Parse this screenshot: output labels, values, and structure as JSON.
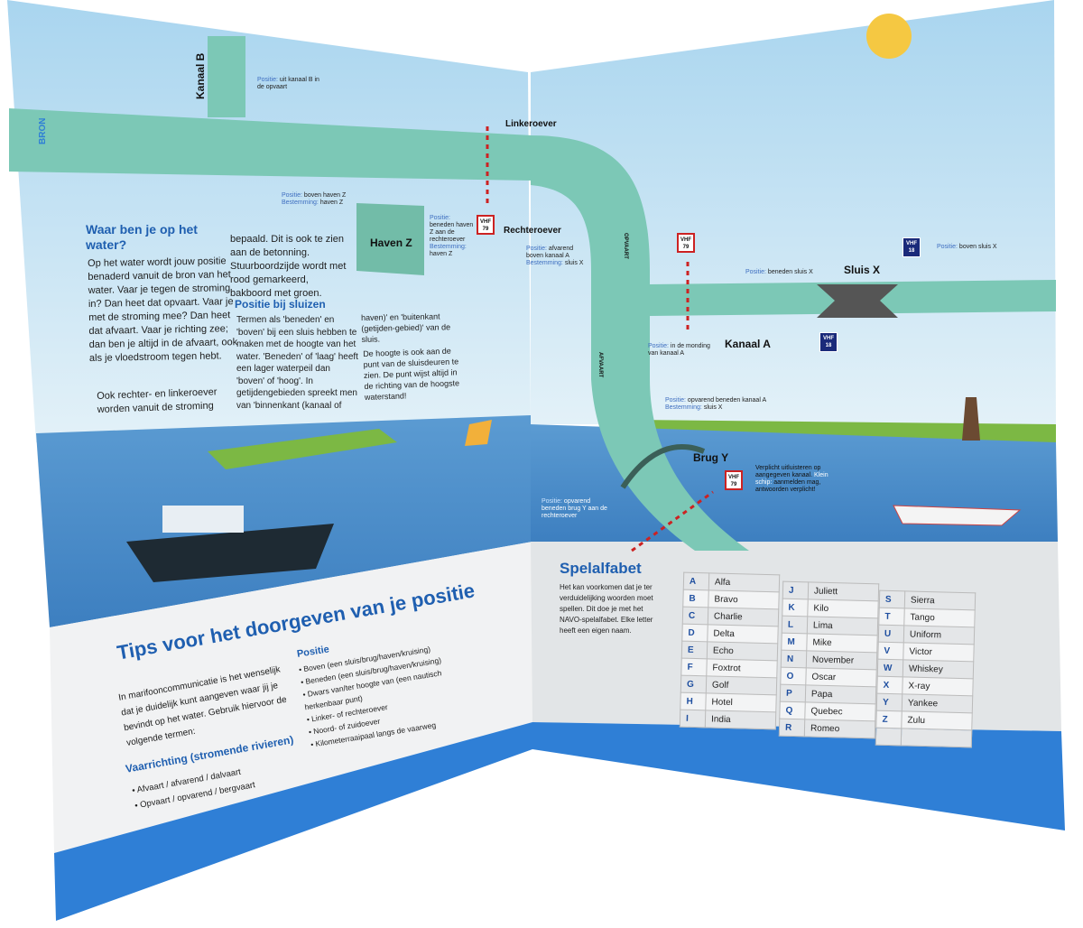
{
  "diagram": {
    "places": {
      "kanaal_b": "Kanaal B",
      "bron": "BRON",
      "linkeroever": "Linkeroever",
      "rechteroever": "Rechteroever",
      "haven_z": "Haven Z",
      "sluis_x": "Sluis X",
      "kanaal_a": "Kanaal A",
      "brug_y": "Brug Y",
      "opvaart": "OPVAART",
      "afvaart": "AFVAART"
    },
    "vhf": {
      "c79": "VHF 79",
      "c18": "VHF 18"
    },
    "labels": [
      {
        "k": "Positie:",
        "v": "uit kanaal B in de opvaart"
      },
      {
        "k": "Positie:",
        "v": "boven haven Z",
        "k2": "Bestemming:",
        "v2": "haven Z"
      },
      {
        "k": "Positie:",
        "v": "beneden haven Z aan de rechteroever",
        "k2": "Bestemming:",
        "v2": "haven Z"
      },
      {
        "k": "Positie:",
        "v": "afvarend boven kanaal A",
        "k2": "Bestemming:",
        "v2": "sluis X"
      },
      {
        "k": "Positie:",
        "v": "beneden sluis X"
      },
      {
        "k": "Positie:",
        "v": "boven sluis X"
      },
      {
        "k": "Positie:",
        "v": "in de monding van kanaal A"
      },
      {
        "k": "Positie:",
        "v": "opvarend beneden kanaal A",
        "k2": "Bestemming:",
        "v2": "sluis X"
      },
      {
        "k": "Positie:",
        "v": "opvarend beneden brug Y aan de rechteroever"
      }
    ],
    "notice": {
      "text": "Verplicht uitluisteren op aangegeven kanaal.",
      "k": "Klein schip:",
      "v": "aanmelden mag, antwoorden verplicht!"
    }
  },
  "left": {
    "title": "Waar ben je op het water?",
    "p1": "Op het water wordt jouw positie benaderd vanuit de bron van het water. Vaar je tegen de stroming in? Dan heet dat opvaart. Vaar je met de stroming mee? Dan heet dat afvaart. Vaar je richting zee; dan ben je altijd in de afvaart, ook als je vloedstroom tegen hebt.",
    "p2": "Ook rechter- en linkeroever worden vanuit de stroming",
    "p3": "bepaald. Dit is ook te zien aan de betonning. Stuurboordzijde wordt met rood gemarkeerd, bakboord met groen.",
    "sluizen_title": "Positie bij sluizen",
    "p4": "Termen als 'beneden' en 'boven' bij een sluis hebben te maken met de hoogte van het water. 'Beneden' of 'laag' heeft een lager waterpeil dan 'boven' of 'hoog'. In getijdengebieden spreekt men van 'binnenkant (kanaal of",
    "p5": "haven)' en 'buitenkant (getijden-gebied)' van de sluis.",
    "p6": "De hoogte is ook aan de punt van de sluisdeuren te zien. De punt wijst altijd in de richting van de hoogste waterstand!"
  },
  "tips": {
    "title": "Tips voor het doorgeven van je positie",
    "intro": "In marifooncommunicatie is het wenselijk dat je duidelijk kunt aangeven waar jij je bevindt op het water. Gebruik hiervoor de volgende termen:",
    "vaar_title": "Vaarrichting (stromende rivieren)",
    "vaar": [
      "Afvaart / afvarend / dalvaart",
      "Opvaart / opvarend / bergvaart"
    ],
    "pos_title": "Positie",
    "pos": [
      "Boven (een sluis/brug/haven/kruising)",
      "Beneden (een sluis/brug/haven/kruising)",
      "Dwars van/ter hoogte van (een nautisch herkenbaar punt)",
      "Linker- of rechteroever",
      "Noord- of zuidoever",
      "Kilometerraaipaal langs de vaarweg"
    ]
  },
  "spel": {
    "title": "Spelalfabet",
    "text": "Het kan voorkomen dat je ter verduidelijking woorden moet spellen. Dit doe je met het NAVO-spelalfabet. Elke letter heeft een eigen naam.",
    "cols": [
      [
        [
          "A",
          "Alfa"
        ],
        [
          "B",
          "Bravo"
        ],
        [
          "C",
          "Charlie"
        ],
        [
          "D",
          "Delta"
        ],
        [
          "E",
          "Echo"
        ],
        [
          "F",
          "Foxtrot"
        ],
        [
          "G",
          "Golf"
        ],
        [
          "H",
          "Hotel"
        ],
        [
          "I",
          "India"
        ]
      ],
      [
        [
          "J",
          "Juliett"
        ],
        [
          "K",
          "Kilo"
        ],
        [
          "L",
          "Lima"
        ],
        [
          "M",
          "Mike"
        ],
        [
          "N",
          "November"
        ],
        [
          "O",
          "Oscar"
        ],
        [
          "P",
          "Papa"
        ],
        [
          "Q",
          "Quebec"
        ],
        [
          "R",
          "Romeo"
        ]
      ],
      [
        [
          "S",
          "Sierra"
        ],
        [
          "T",
          "Tango"
        ],
        [
          "U",
          "Uniform"
        ],
        [
          "V",
          "Victor"
        ],
        [
          "W",
          "Whiskey"
        ],
        [
          "X",
          "X-ray"
        ],
        [
          "Y",
          "Yankee"
        ],
        [
          "Z",
          "Zulu"
        ],
        [
          "",
          ""
        ]
      ]
    ]
  },
  "colors": {
    "accent": "#1f5fb0",
    "canal": "#6fc2b0",
    "sky": "#bfe0f2",
    "water": "#4a8ec8",
    "band": "#2f7fd6"
  }
}
